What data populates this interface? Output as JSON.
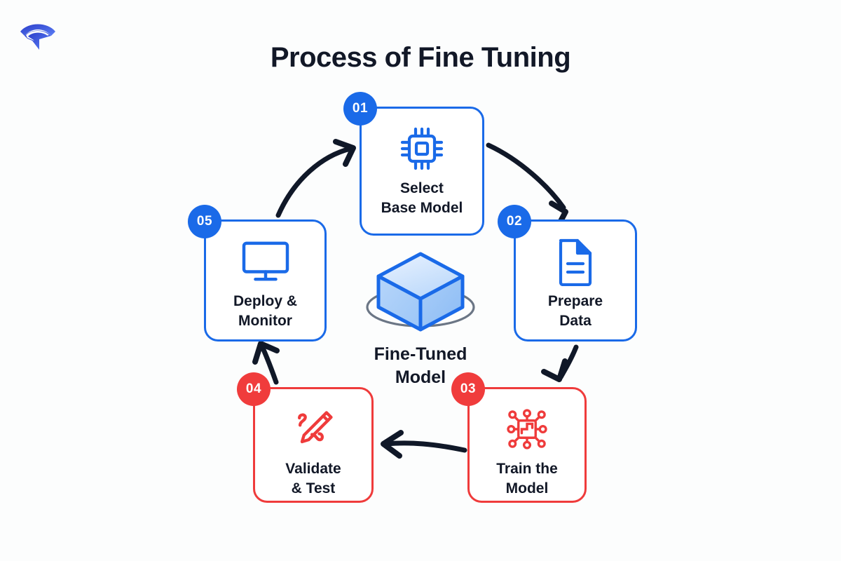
{
  "page": {
    "title": "Process of Fine Tuning",
    "background_color": "#fcfdfd",
    "title_color": "#121827"
  },
  "logo": {
    "name": "brand-logo",
    "description": "wifi-arc-with-cursor-arrow",
    "gradient_from": "#2b3ec9",
    "gradient_to": "#4f7df3"
  },
  "theme": {
    "blue": "#1a6ae8",
    "red": "#ef3b3b",
    "badge_blue": "#1a6ae8",
    "badge_red": "#f03c3c",
    "arrow_color": "#101828",
    "cube_fill_light": "#dbeaff",
    "cube_fill_mid": "#a8cdf8",
    "cube_stroke": "#1a6ae8",
    "ring_color": "#6b7685"
  },
  "center": {
    "caption_line1": "Fine-Tuned",
    "caption_line2": "Model",
    "icon": "cube-icon"
  },
  "steps": [
    {
      "number": "01",
      "label_line1": "Select",
      "label_line2": "Base Model",
      "icon": "cpu-chip-icon",
      "color": "blue"
    },
    {
      "number": "02",
      "label_line1": "Prepare",
      "label_line2": "Data",
      "icon": "document-icon",
      "color": "blue"
    },
    {
      "number": "03",
      "label_line1": "Train the",
      "label_line2": "Model",
      "icon": "neural-circuit-icon",
      "color": "red"
    },
    {
      "number": "04",
      "label_line1": "Validate",
      "label_line2": "& Test",
      "icon": "pencil-edit-icon",
      "color": "red"
    },
    {
      "number": "05",
      "label_line1": "Deploy &",
      "label_line2": "Monitor",
      "icon": "monitor-icon",
      "color": "blue"
    }
  ],
  "arrows": [
    {
      "name": "arrow-05-to-01",
      "direction": "up-right"
    },
    {
      "name": "arrow-01-to-02",
      "direction": "down-right"
    },
    {
      "name": "arrow-02-to-03",
      "direction": "down-left"
    },
    {
      "name": "arrow-03-to-04",
      "direction": "left"
    },
    {
      "name": "arrow-04-to-05",
      "direction": "up-left"
    }
  ]
}
